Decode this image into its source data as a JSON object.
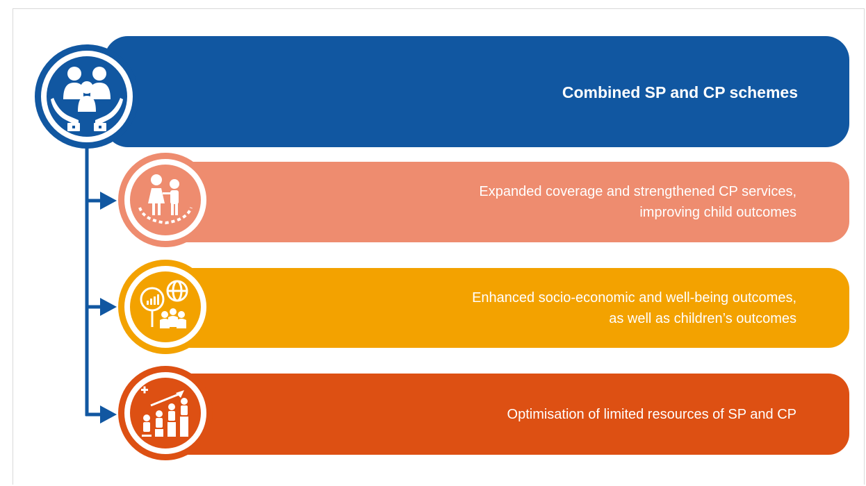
{
  "main": {
    "title": "Combined SP and CP schemes",
    "icon": "family-in-hands-icon",
    "color": "#1157a1"
  },
  "outcomes": [
    {
      "lines": [
        "Expanded coverage and strengthened CP services,",
        "improving child outcomes"
      ],
      "icon": "children-protected-circle-icon",
      "color": "#ee8c6f"
    },
    {
      "lines": [
        "Enhanced socio-economic and well-being outcomes,",
        "as well as children’s outcomes"
      ],
      "icon": "analysis-globe-community-icon",
      "color": "#f3a200"
    },
    {
      "lines": [
        "Optimisation of limited resources of SP and CP"
      ],
      "icon": "growth-podium-icon",
      "color": "#dd5013"
    }
  ]
}
